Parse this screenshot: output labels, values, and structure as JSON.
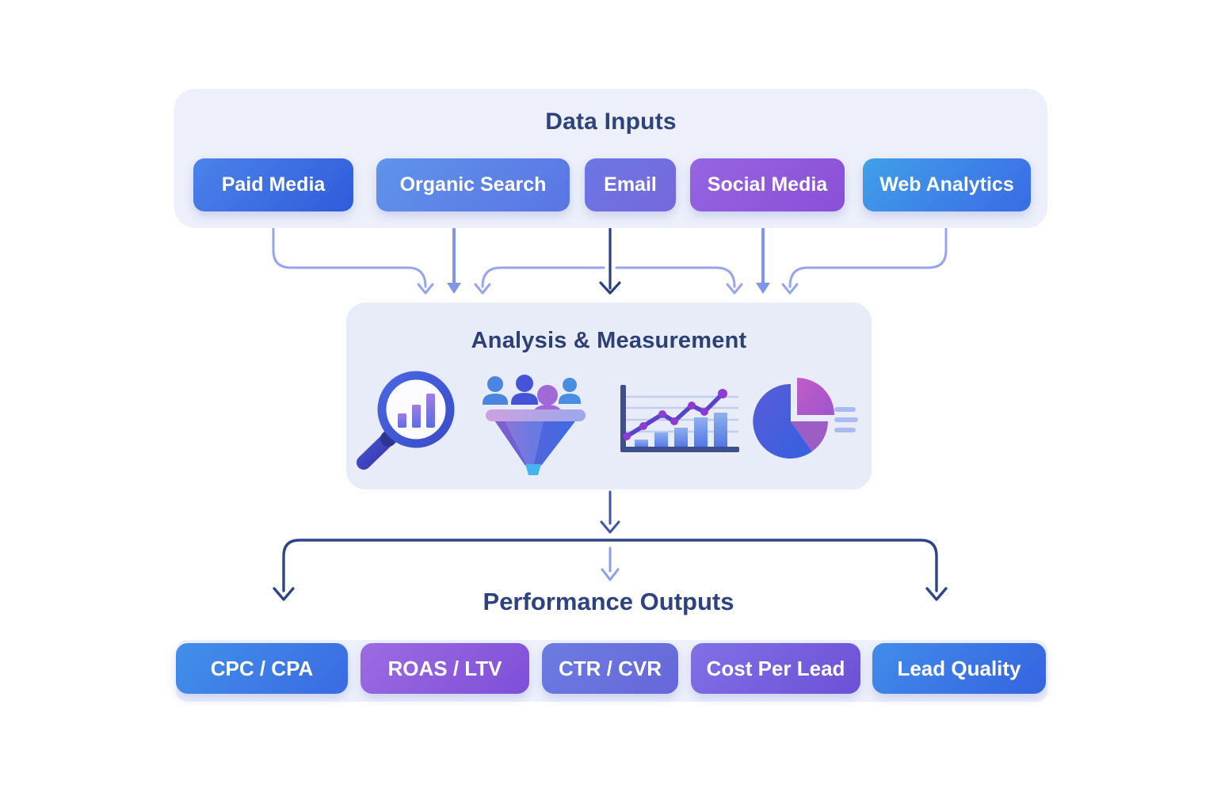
{
  "inputs_panel": {
    "title": "Data Inputs",
    "title_color": "#2e4379",
    "panel_color": "#edf0fa",
    "items": [
      {
        "label": "Paid Media",
        "gradient_from": "#4c83ea",
        "gradient_to": "#2f5bdb"
      },
      {
        "label": "Organic Search",
        "gradient_from": "#5f93ea",
        "gradient_to": "#5a75e4"
      },
      {
        "label": "Email",
        "gradient_from": "#6b77e4",
        "gradient_to": "#7668dc"
      },
      {
        "label": "Social Media",
        "gradient_from": "#9565e2",
        "gradient_to": "#8a4fd6"
      },
      {
        "label": "Web Analytics",
        "gradient_from": "#41a0e8",
        "gradient_to": "#3a6ae6"
      }
    ]
  },
  "analysis_panel": {
    "title": "Analysis & Measurement",
    "title_color": "#2d4076",
    "panel_color": "#e7ecf8",
    "icons": [
      {
        "name": "magnifier-bar-chart-icon"
      },
      {
        "name": "funnel-audience-icon"
      },
      {
        "name": "bar-line-chart-icon"
      },
      {
        "name": "pie-chart-icon"
      }
    ]
  },
  "outputs": {
    "title": "Performance Outputs",
    "title_color": "#2e4180",
    "band_color": "#eef1fb",
    "items": [
      {
        "label": "CPC / CPA",
        "gradient_from": "#4190ea",
        "gradient_to": "#3a6ae2"
      },
      {
        "label": "ROAS / LTV",
        "gradient_from": "#9d6be2",
        "gradient_to": "#7e4fd8"
      },
      {
        "label": "CTR / CVR",
        "gradient_from": "#6c7ce2",
        "gradient_to": "#6667d8"
      },
      {
        "label": "Cost Per Lead",
        "gradient_from": "#8270e6",
        "gradient_to": "#6c50d6"
      },
      {
        "label": "Lead Quality",
        "gradient_from": "#418cea",
        "gradient_to": "#3563e0"
      }
    ]
  },
  "arrows": {
    "light": "#97a6ec",
    "straight": "#8294e8",
    "dark": "#2b3f7e",
    "navy": "#2e4488",
    "mid": "#3d56a8",
    "center_light": "#8aa0ec"
  }
}
